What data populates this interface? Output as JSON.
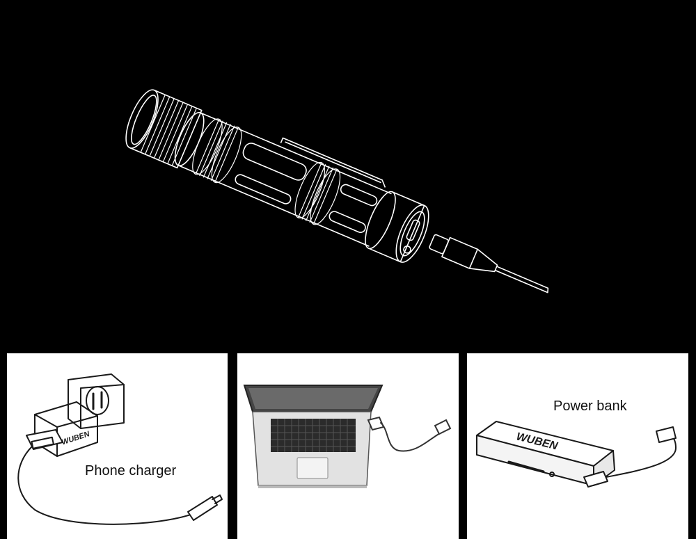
{
  "panels": [
    {
      "id": "phone-charger",
      "label": "Phone charger",
      "brand": "WUBEN"
    },
    {
      "id": "laptop",
      "label": ""
    },
    {
      "id": "power-bank",
      "label": "Power bank",
      "brand": "WUBEN"
    }
  ],
  "colors": {
    "background": "#000000",
    "line_art": "#ffffff",
    "panel": "#ffffff",
    "ink": "#1a1a1a"
  }
}
